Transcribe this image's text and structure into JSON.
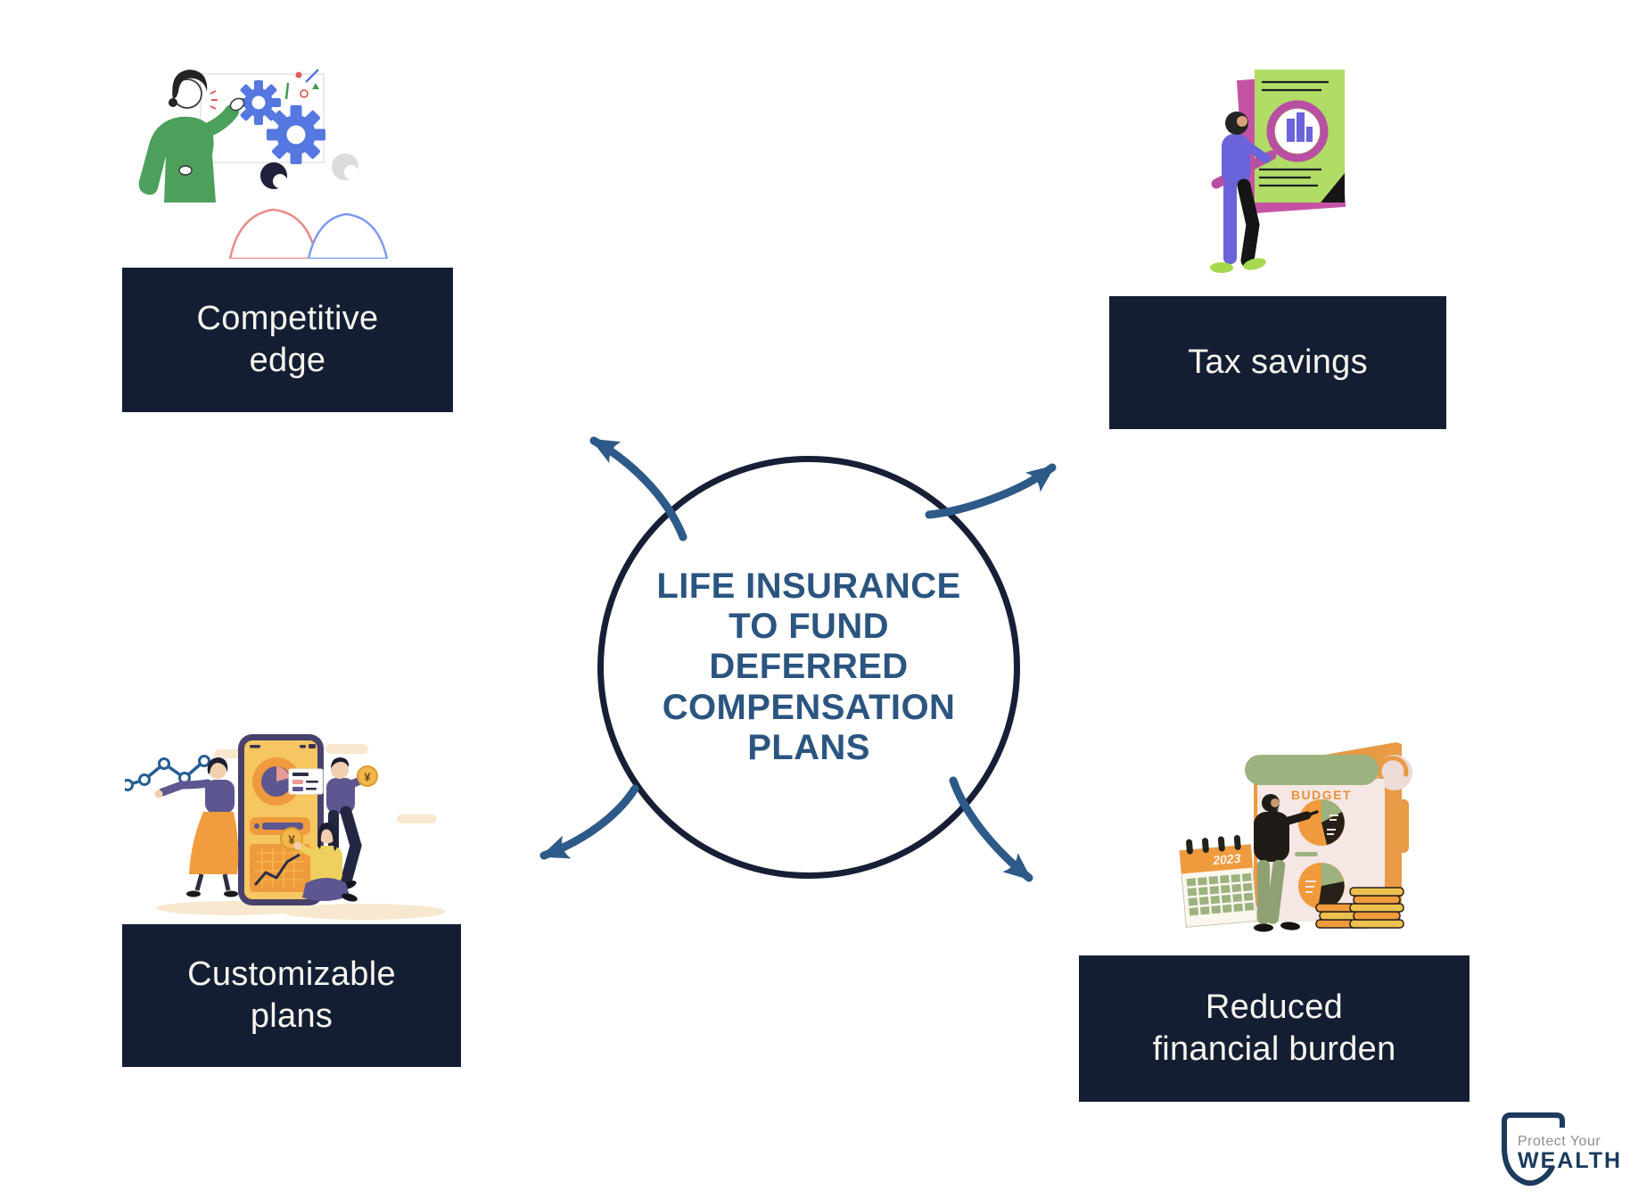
{
  "center_circle": {
    "lines": [
      "LIFE INSURANCE",
      "TO FUND",
      "DEFERRED",
      "COMPENSATION",
      "PLANS"
    ]
  },
  "benefits": [
    {
      "id": "competitive-edge",
      "lines": [
        "Competitive",
        "edge"
      ]
    },
    {
      "id": "tax-savings",
      "lines": [
        "Tax savings",
        ""
      ]
    },
    {
      "id": "customizable-plans",
      "lines": [
        "Customizable",
        "plans"
      ]
    },
    {
      "id": "reduced-financial-burden",
      "lines": [
        "Reduced",
        "financial burden"
      ]
    }
  ],
  "illustration_text": {
    "budget_title": "BUDGET",
    "calendar_year": "2023",
    "screen_coin_symbol": "¥",
    "hand_coin_symbol": "¥"
  },
  "logo": {
    "top": "Protect Your",
    "bottom": "WEALTH"
  },
  "colors": {
    "box_background": "#141e33",
    "box_text": "#f8f5f0",
    "circle_stroke": "#161f36",
    "center_text": "#2b5580",
    "arrow_blue": "#2d5a88",
    "gear_blue": "#5577e0",
    "presenter_green": "#4ca05c",
    "document_green": "#b1dc66",
    "magnifier_magenta": "#b84fa3",
    "chart_purple": "#6a63d9",
    "phone_screen_yellow": "#f6c760",
    "phone_accent_orange": "#ef9b3d",
    "budget_orange": "#e89a44",
    "budget_sage": "#9db37f",
    "logo_navy": "#1b3a5c",
    "logo_gray": "#8a8e96"
  }
}
